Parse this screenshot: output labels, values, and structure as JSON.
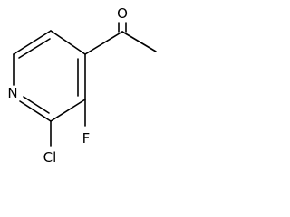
{
  "molecule": {
    "atoms": {
      "oxygen": "O",
      "nitrogen": "N",
      "fluorine": "F",
      "chlorine": "Cl"
    }
  },
  "colors": {
    "bond": "#000000",
    "label": "#000000",
    "background": "#ffffff"
  }
}
